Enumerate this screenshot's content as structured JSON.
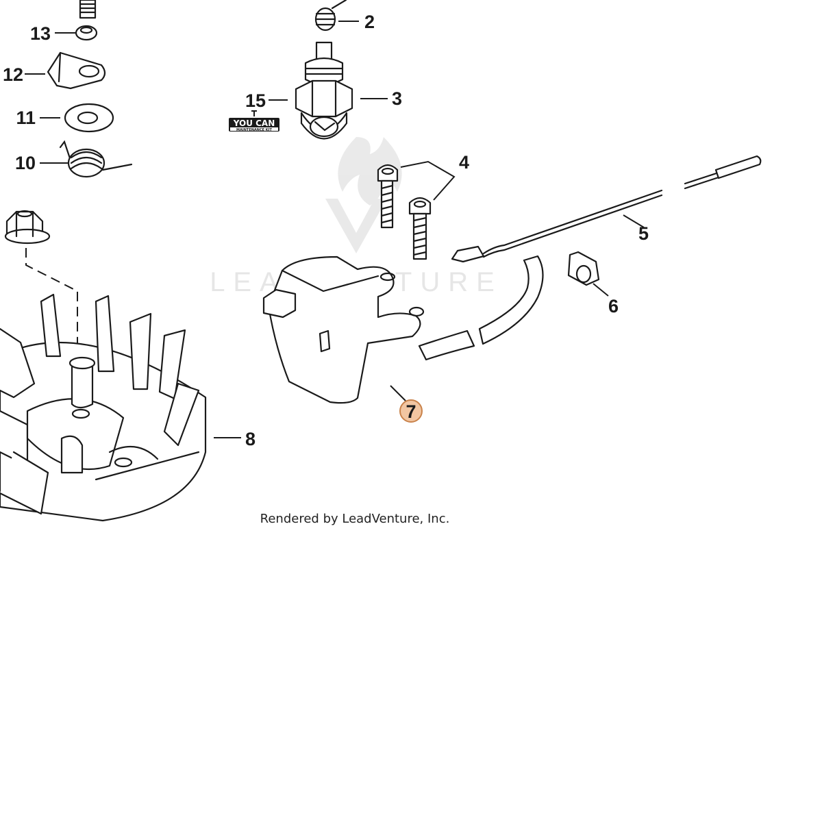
{
  "diagram": {
    "watermark": "LEADVENTURE",
    "credit": "Rendered by LeadVenture, Inc.",
    "kit_badge": {
      "line1": "YOU CAN",
      "line2": "MAINTENANCE KIT"
    },
    "highlight_color": "#f2c6a2",
    "highlight_stroke": "#c9824a",
    "callouts": [
      {
        "id": "c13",
        "label": "13"
      },
      {
        "id": "c12",
        "label": "12"
      },
      {
        "id": "c11",
        "label": "11"
      },
      {
        "id": "c10",
        "label": "10"
      },
      {
        "id": "c2",
        "label": "2"
      },
      {
        "id": "c15",
        "label": "15"
      },
      {
        "id": "c3",
        "label": "3"
      },
      {
        "id": "c4",
        "label": "4"
      },
      {
        "id": "c5",
        "label": "5"
      },
      {
        "id": "c6",
        "label": "6"
      },
      {
        "id": "c7",
        "label": "7",
        "highlighted": true
      },
      {
        "id": "c8",
        "label": "8"
      }
    ]
  }
}
